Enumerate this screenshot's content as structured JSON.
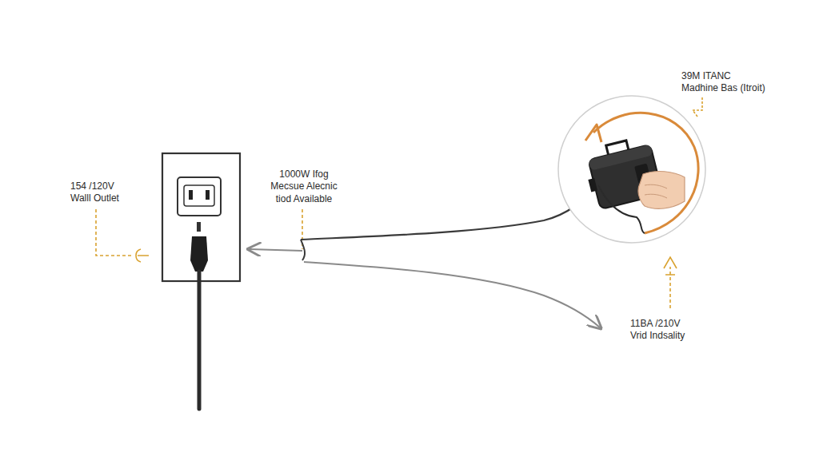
{
  "diagram": {
    "labels": [
      "154 /120V",
      "Walll Outlet",
      "1000W Ifog",
      "Mecsue Alecnic",
      "tiod Available",
      "39M ITANC",
      "Madhine Bas (Itroit)",
      "11BA /210V",
      "Vrid Indsality"
    ]
  }
}
